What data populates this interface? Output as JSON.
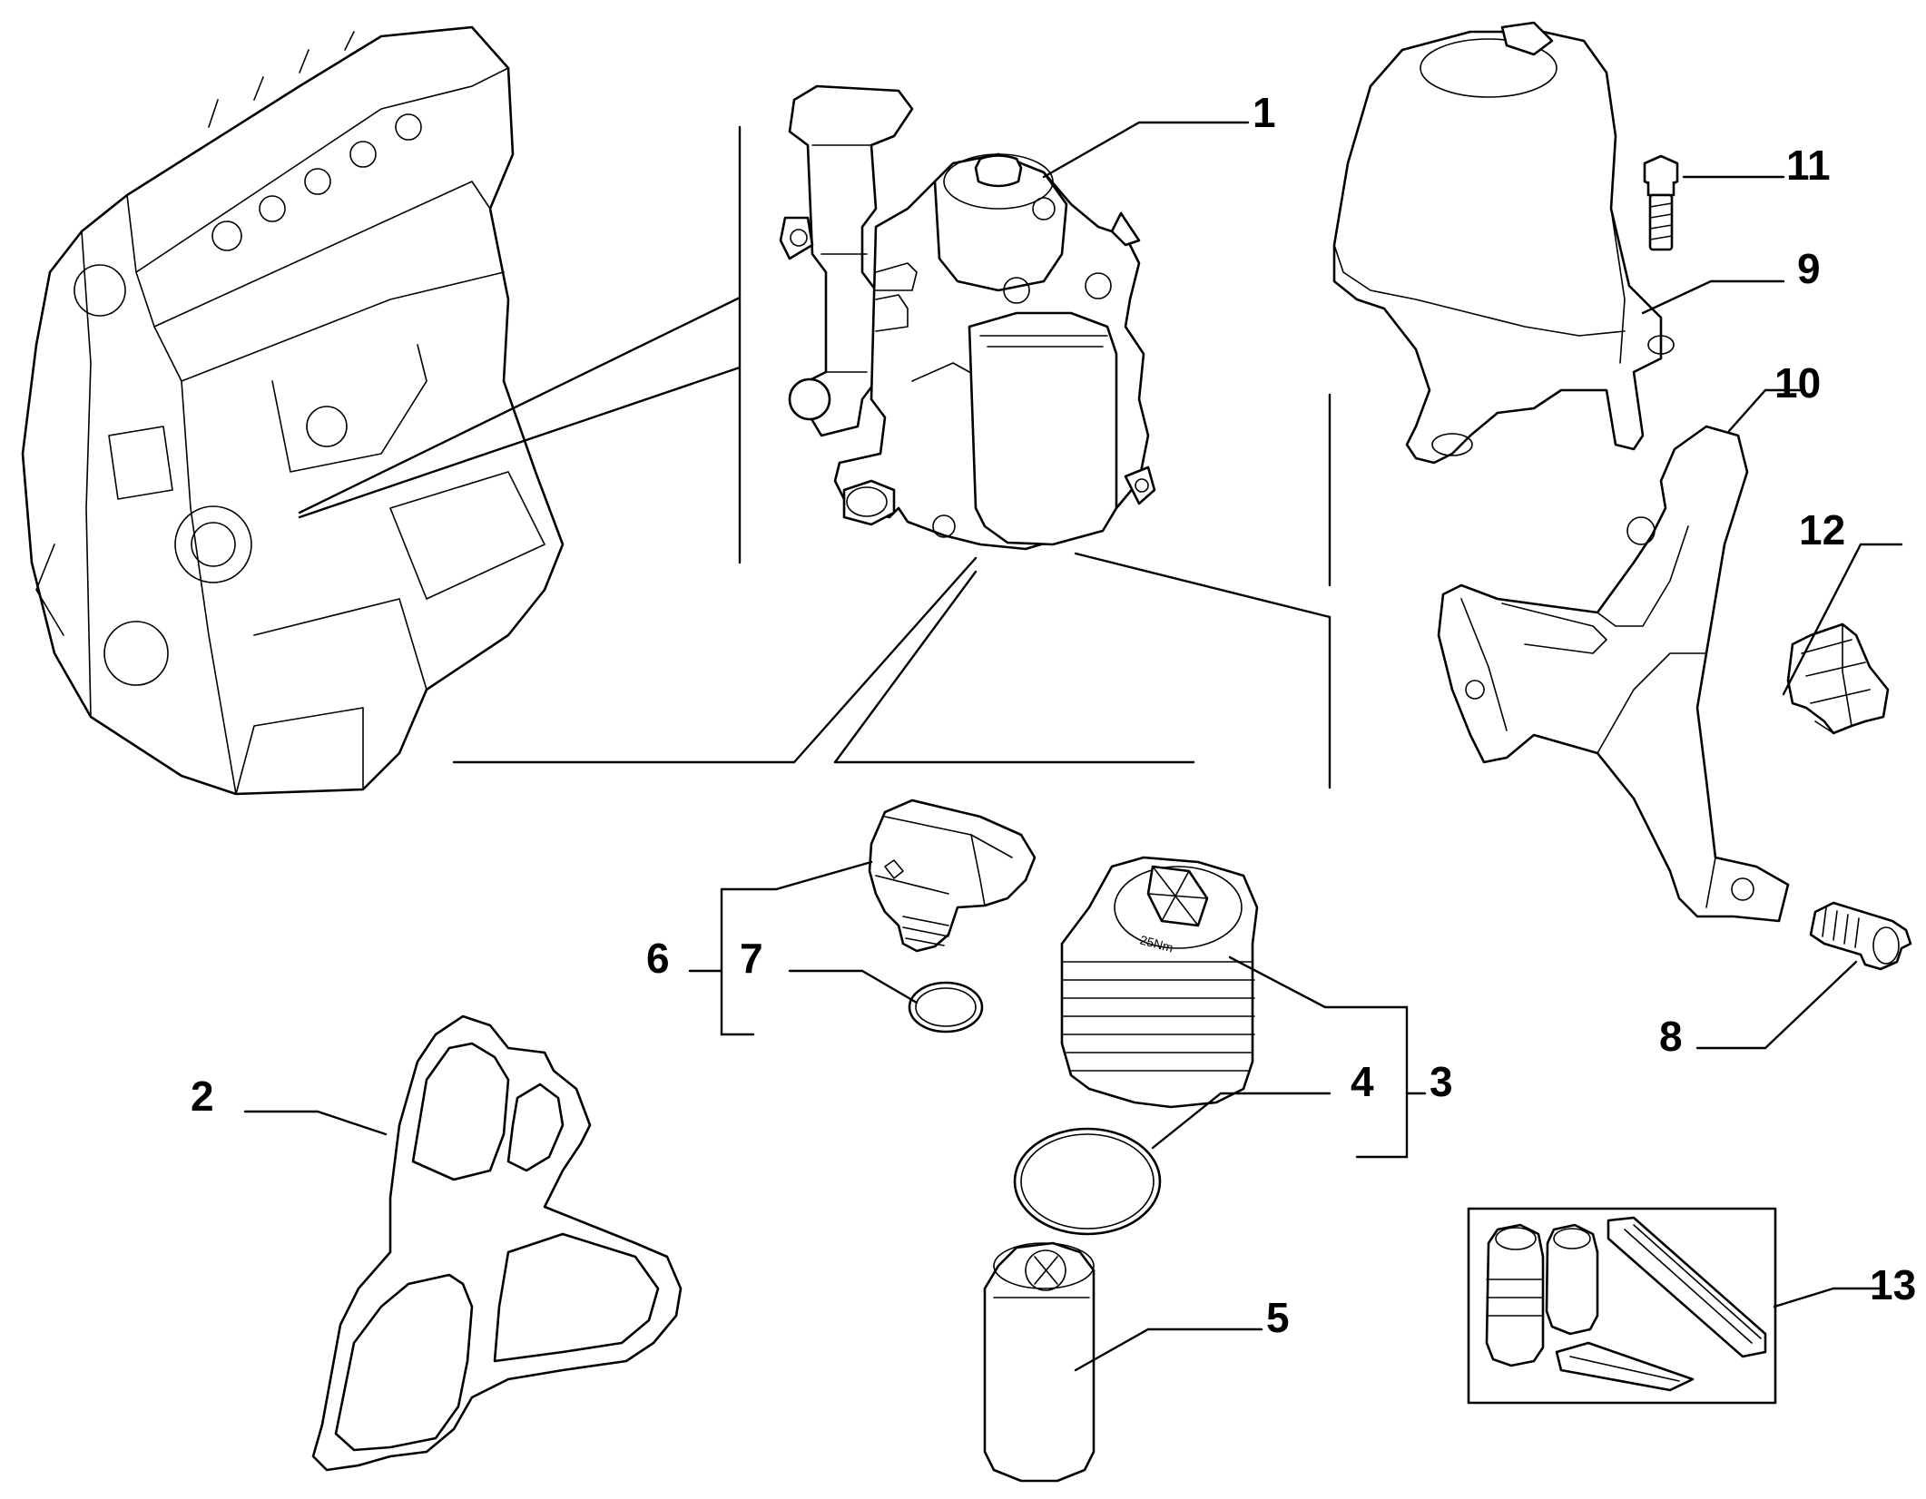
{
  "diagram": {
    "callouts": [
      {
        "id": "1",
        "text": "1"
      },
      {
        "id": "2",
        "text": "2"
      },
      {
        "id": "3",
        "text": "3"
      },
      {
        "id": "4",
        "text": "4"
      },
      {
        "id": "5",
        "text": "5"
      },
      {
        "id": "6",
        "text": "6"
      },
      {
        "id": "7",
        "text": "7"
      },
      {
        "id": "8",
        "text": "8"
      },
      {
        "id": "9",
        "text": "9"
      },
      {
        "id": "10",
        "text": "10"
      },
      {
        "id": "11",
        "text": "11"
      },
      {
        "id": "12",
        "text": "12"
      },
      {
        "id": "13",
        "text": "13"
      }
    ],
    "filter_print": {
      "cap_code": "25Nm"
    }
  }
}
